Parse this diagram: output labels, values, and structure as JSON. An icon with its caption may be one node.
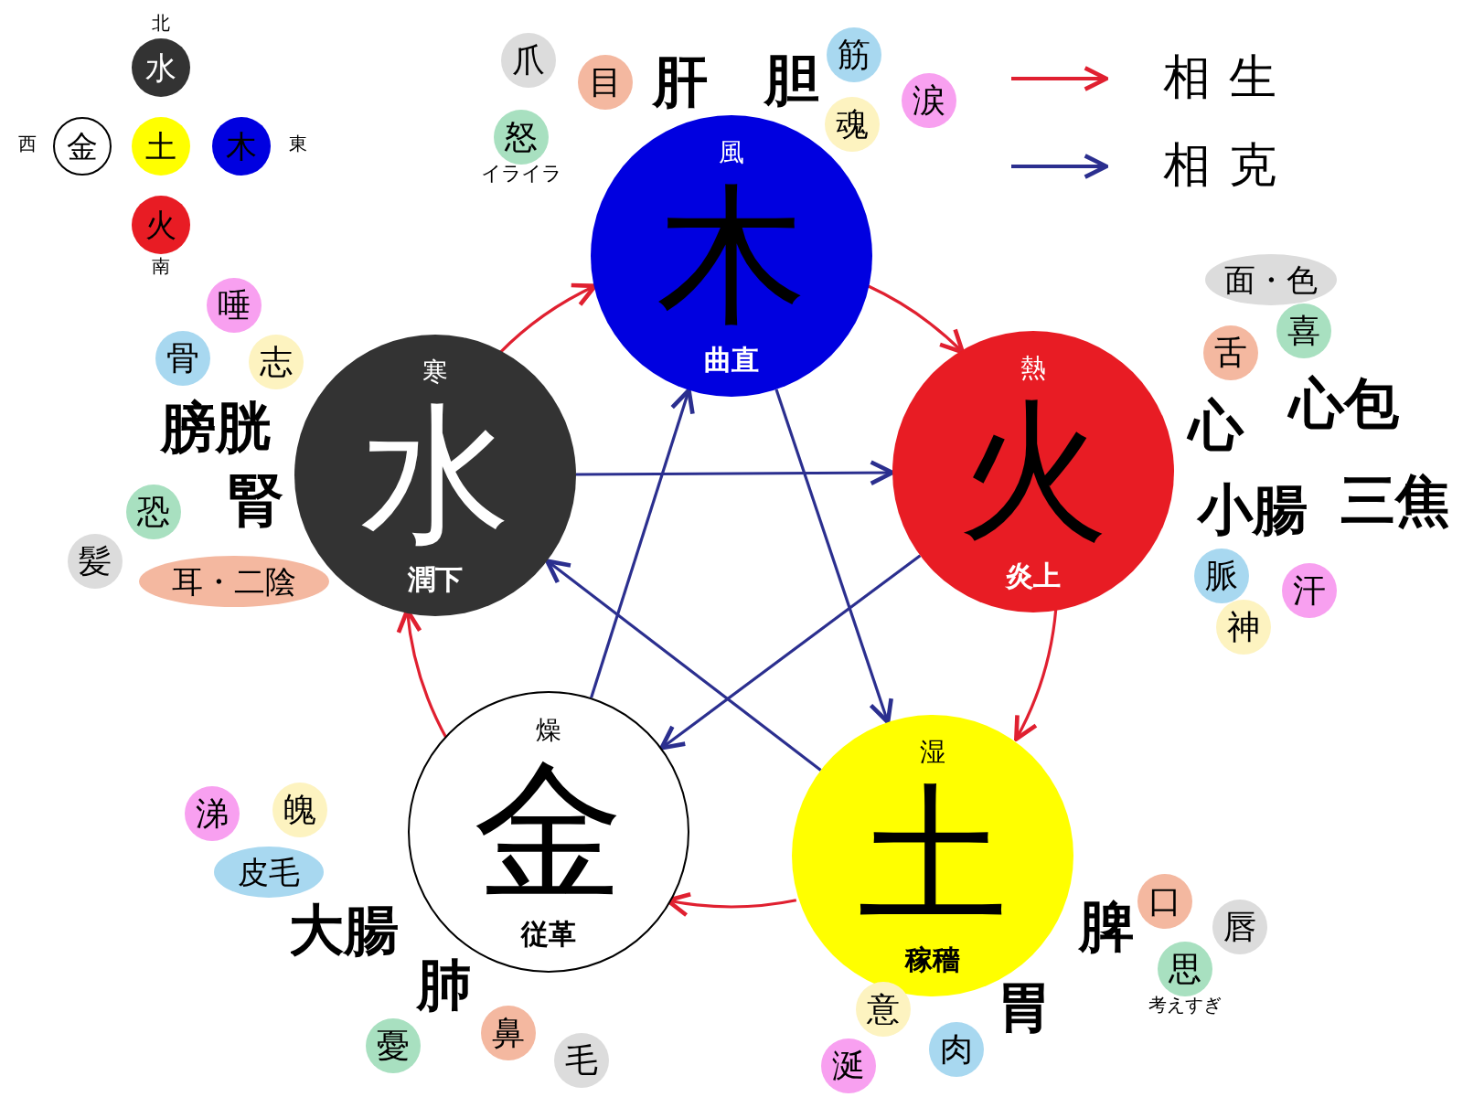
{
  "diagram": {
    "nodes": [
      {
        "text": [
          "水"
        ],
        "beside": [
          "北"
        ]
      },
      {
        "text": [
          "金"
        ],
        "beside": [
          "西"
        ]
      },
      {
        "text": [
          "土"
        ]
      },
      {
        "text": [
          "木"
        ],
        "beside": [
          "東"
        ]
      },
      {
        "text": [
          "火"
        ],
        "beside": [
          "南"
        ]
      },
      {
        "text": [
          "風",
          "木",
          "曲直"
        ]
      },
      {
        "text": [
          "熱",
          "火",
          "炎上"
        ]
      },
      {
        "text": [
          "湿",
          "土",
          "稼穡"
        ]
      },
      {
        "text": [
          "燥",
          "金",
          "従革"
        ]
      },
      {
        "text": [
          "寒",
          "水",
          "潤下"
        ]
      },
      {
        "text": [
          "爪"
        ]
      },
      {
        "text": [
          "目"
        ]
      },
      {
        "text": [
          "怒"
        ],
        "beside": [
          "イライラ"
        ]
      },
      {
        "text": [
          "筋"
        ]
      },
      {
        "text": [
          "魂"
        ]
      },
      {
        "text": [
          "涙"
        ]
      },
      {
        "text": [
          "面・色"
        ]
      },
      {
        "text": [
          "喜"
        ]
      },
      {
        "text": [
          "舌"
        ]
      },
      {
        "text": [
          "脈"
        ]
      },
      {
        "text": [
          "汗"
        ]
      },
      {
        "text": [
          "神"
        ]
      },
      {
        "text": [
          "口"
        ]
      },
      {
        "text": [
          "唇"
        ]
      },
      {
        "text": [
          "思"
        ],
        "beside": [
          "考えすぎ"
        ]
      },
      {
        "text": [
          "意"
        ]
      },
      {
        "text": [
          "肉"
        ]
      },
      {
        "text": [
          "涎"
        ]
      },
      {
        "text": [
          "涕"
        ]
      },
      {
        "text": [
          "魄"
        ]
      },
      {
        "text": [
          "皮毛"
        ]
      },
      {
        "text": [
          "憂"
        ]
      },
      {
        "text": [
          "鼻"
        ]
      },
      {
        "text": [
          "毛"
        ]
      },
      {
        "text": [
          "唾"
        ]
      },
      {
        "text": [
          "骨"
        ]
      },
      {
        "text": [
          "志"
        ]
      },
      {
        "text": [
          "恐"
        ]
      },
      {
        "text": [
          "髪"
        ]
      },
      {
        "text": [
          "耳・二陰"
        ]
      }
    ],
    "edges": [
      {
        "from": 5,
        "to": 6,
        "arrow": "to",
        "color": "#e02030"
      },
      {
        "from": 6,
        "to": 7,
        "arrow": "to",
        "color": "#e02030"
      },
      {
        "from": 7,
        "to": 8,
        "arrow": "to",
        "color": "#e02030"
      },
      {
        "from": 8,
        "to": 9,
        "arrow": "to",
        "color": "#e02030"
      },
      {
        "from": 9,
        "to": 5,
        "arrow": "to",
        "color": "#e02030"
      },
      {
        "from": 5,
        "to": 7,
        "arrow": "to",
        "color": "#2b2f8f"
      },
      {
        "from": 7,
        "to": 9,
        "arrow": "to",
        "color": "#2b2f8f"
      },
      {
        "from": 9,
        "to": 6,
        "arrow": "to",
        "color": "#2b2f8f"
      },
      {
        "from": 6,
        "to": 8,
        "arrow": "to",
        "color": "#2b2f8f"
      },
      {
        "from": 8,
        "to": 5,
        "arrow": "to",
        "color": "#2b2f8f"
      }
    ],
    "labels": [
      "肝",
      "胆",
      "心",
      "心包",
      "小腸",
      "三焦",
      "膀胱",
      "腎",
      "脾",
      "胃",
      "大腸",
      "肺"
    ],
    "legend": [
      {
        "text": "相生"
      },
      {
        "text": "相克"
      }
    ]
  }
}
